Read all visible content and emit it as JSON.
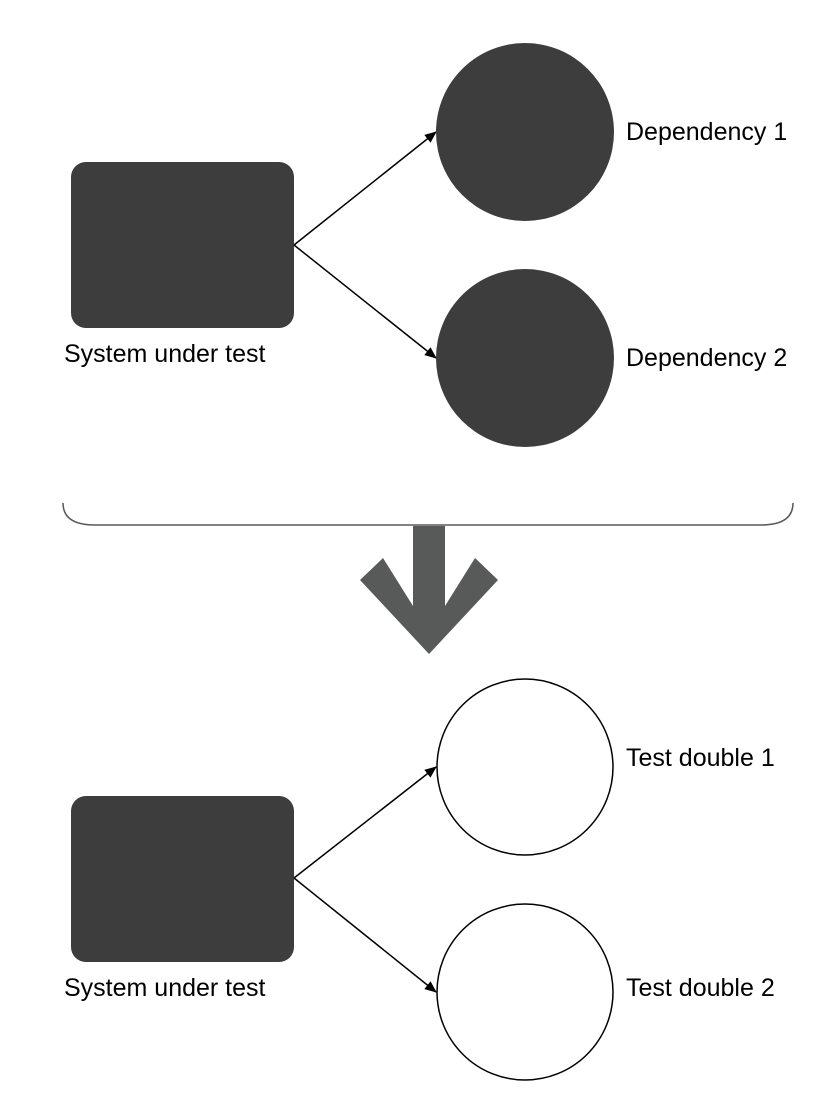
{
  "colors": {
    "block": "#3d3d3d",
    "transition_arrow": "#575a59",
    "line": "#000000",
    "test_double_fill": "#ffffff"
  },
  "top_scenario": {
    "system_label": "System under test",
    "dependency_1_label": "Dependency 1",
    "dependency_2_label": "Dependency 2"
  },
  "bottom_scenario": {
    "system_label": "System under test",
    "test_double_1_label": "Test double 1",
    "test_double_2_label": "Test double 2"
  }
}
